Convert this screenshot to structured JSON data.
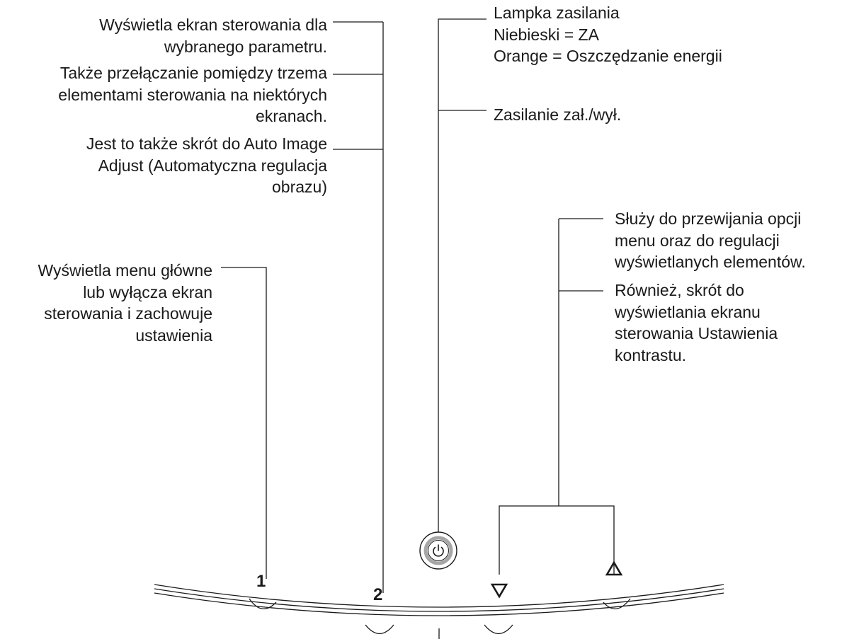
{
  "labels": {
    "display_ctrl": [
      "Wyświetla ekran sterowania dla",
      "wybranego parametru."
    ],
    "toggle_ctrl": [
      "Także przełączanie pomiędzy trzema",
      "elementami sterowania na niektórych",
      "ekranach."
    ],
    "auto_adjust": [
      "Jest to także skrót do Auto Image",
      "Adjust (Automatyczna regulacja",
      "obrazu)"
    ],
    "main_menu": [
      "Wyświetla menu główne",
      "lub wyłącza ekran",
      "sterowania i zachowuje",
      "ustawienia"
    ],
    "power_led": [
      "Lampka zasilania",
      "Niebieski = ZA",
      "Orange = Oszczędzanie energii"
    ],
    "power_onoff": [
      "Zasilanie zał./wył."
    ],
    "scroll": [
      "Służy do przewijania opcji",
      "menu oraz do regulacji",
      "wyświetlanych elementów."
    ],
    "contrast": [
      "Również, skrót do",
      "wyświetlania ekranu",
      "sterowania Ustawienia",
      "kontrastu."
    ]
  },
  "buttons": {
    "button_1": "1",
    "button_2": "2",
    "down_icon": "down-triangle-icon",
    "up_icon": "up-triangle-icon",
    "power_icon": "power-icon"
  },
  "colors": {
    "line": "#1a1a1a",
    "power_ring": "#a6a6a6"
  }
}
